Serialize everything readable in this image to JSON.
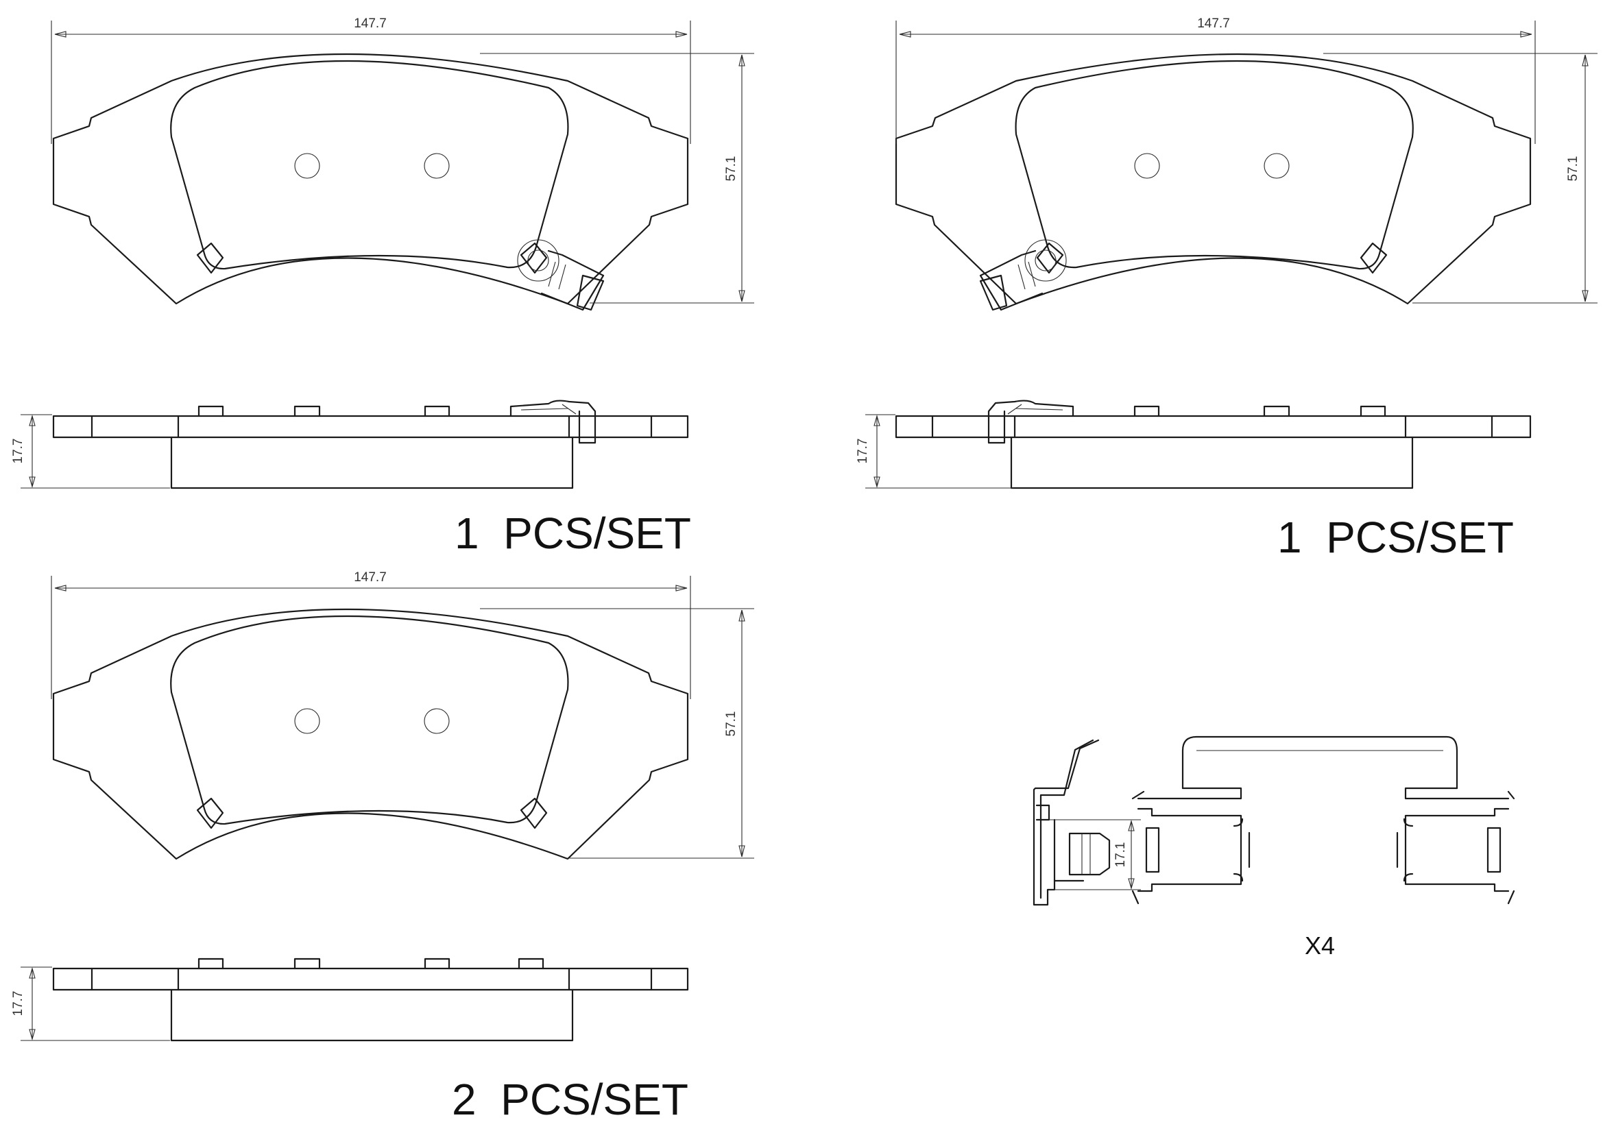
{
  "pads": [
    {
      "width_dim": "147.7",
      "height_dim": "57.1",
      "thickness_dim": "17.7",
      "qty_label": "1  PCS/SET"
    },
    {
      "width_dim": "147.7",
      "height_dim": "57.1",
      "thickness_dim": "17.7",
      "qty_label": "1  PCS/SET"
    },
    {
      "width_dim": "147.7",
      "height_dim": "57.1",
      "thickness_dim": "17.7",
      "qty_label": "2  PCS/SET"
    }
  ],
  "clip": {
    "height_dim": "17.1",
    "qty_label": "X4"
  }
}
